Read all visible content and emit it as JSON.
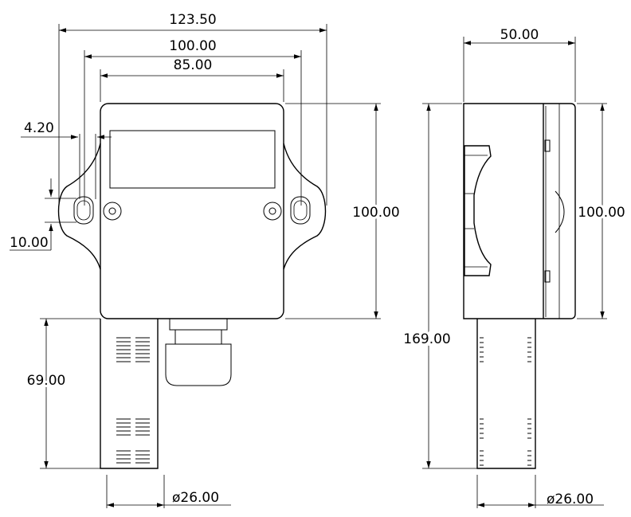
{
  "front_view": {
    "width_overall": "123.50",
    "width_mounting": "100.00",
    "width_body": "85.00",
    "flange_offset": "4.20",
    "slot_height": "10.00",
    "height_body": "100.00",
    "probe_length": "69.00",
    "probe_diameter": "ø26.00"
  },
  "side_view": {
    "depth": "50.00",
    "height_body": "100.00",
    "height_total": "169.00",
    "probe_diameter": "ø26.00"
  }
}
